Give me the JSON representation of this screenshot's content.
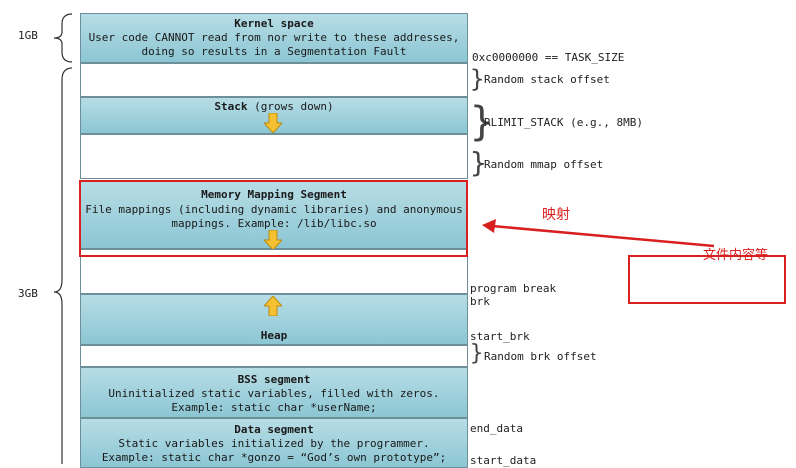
{
  "left_labels": {
    "one_gb": "1GB",
    "three_gb": "3GB"
  },
  "segments": {
    "kernel": {
      "title": "Kernel space",
      "desc1": "User code CANNOT read from nor write to these addresses,",
      "desc2": "doing so results in a Segmentation Fault"
    },
    "stack": {
      "title": "Stack",
      "suffix": " (grows down)"
    },
    "mmap": {
      "title": "Memory Mapping Segment",
      "desc1": "File mappings (including dynamic libraries) and anonymous",
      "desc2": "mappings. Example: /lib/libc.so"
    },
    "heap": {
      "title": "Heap"
    },
    "bss": {
      "title": "BSS segment",
      "desc1": "Uninitialized static variables, filled with zeros.",
      "desc2": "Example: static char *userName;"
    },
    "data": {
      "title": "Data segment",
      "desc1": "Static variables initialized by the programmer.",
      "desc2": "Example: static char *gonzo = “God’s own prototype”;"
    }
  },
  "right_labels": {
    "task_size": "0xc0000000 == TASK_SIZE",
    "random_stack": "Random stack offset",
    "rlimit": "RLIMIT_STACK (e.g., 8MB)",
    "random_mmap": "Random mmap offset",
    "program_break": "program break",
    "brk": "brk",
    "start_brk": "start_brk",
    "random_brk": "Random brk offset",
    "end_data": "end_data",
    "start_data": "start_data"
  },
  "annotations": {
    "mapping_label": "映射",
    "file_content_label": "文件内容等",
    "accent_color": "#d92020"
  }
}
